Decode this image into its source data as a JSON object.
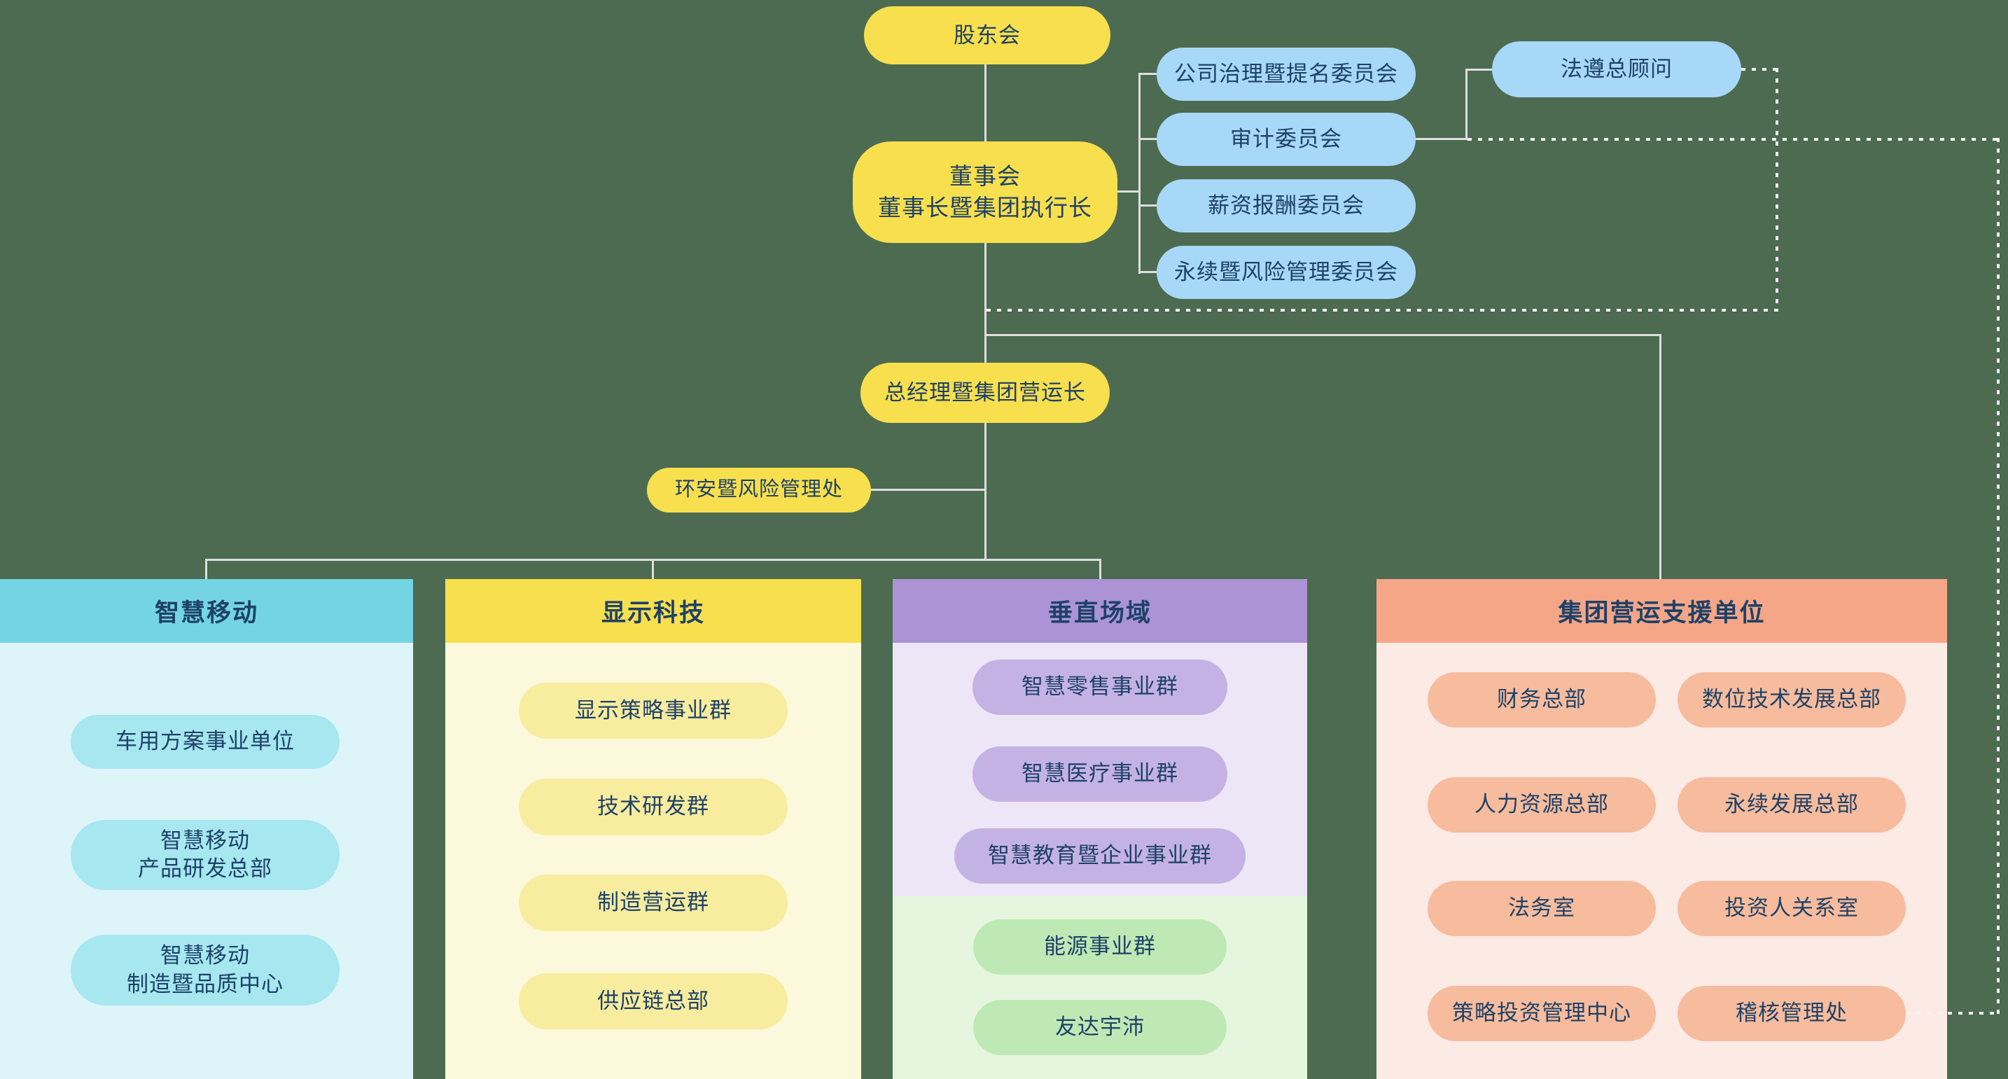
{
  "colors": {
    "bg": "#4C6B51",
    "line": "#dedede",
    "dot": "#f2f2f2",
    "text": "#1d4168",
    "yellow": "#F8DF4D",
    "blue": "#A8D8F8",
    "cyan-head": "#74D4E4",
    "cyan-body": "#DDF4F9",
    "cyan-pill": "#A6E7F0",
    "yellow-body": "#FBF8DC",
    "yellow-pill": "#F8EC9F",
    "purple-head": "#AB93D6",
    "purple-body": "#ECE6F7",
    "purple-pill": "#C5B2E4",
    "green-body": "#E6F6DE",
    "green-pill": "#BFE9B4",
    "salmon-head": "#F4A687",
    "salmon-body": "#FCEAE5",
    "salmon-pill": "#F7BC9D"
  },
  "nodes": {
    "shareholders": "股东会",
    "board": {
      "line1": "董事会",
      "line2": "董事长暨集团执行长"
    },
    "committees": [
      "公司治理暨提名委员会",
      "审计委员会",
      "薪资报酬委员会",
      "永续暨风险管理委员会"
    ],
    "compliance": "法遵总顾问",
    "coo": "总经理暨集团营运长",
    "ehs": "环安暨风险管理处"
  },
  "columns": [
    {
      "title": "智慧移动",
      "items": [
        {
          "lines": [
            "车用方案事业单位",
            ""
          ]
        },
        {
          "lines": [
            "智慧移动",
            "产品研发总部"
          ]
        },
        {
          "lines": [
            "智慧移动",
            "制造暨品质中心"
          ]
        }
      ]
    },
    {
      "title": "显示科技",
      "items": [
        "显示策略事业群",
        "技术研发群",
        "制造营运群",
        "供应链总部"
      ]
    },
    {
      "title": "垂直场域",
      "items": [
        "智慧零售事业群",
        "智慧医疗事业群",
        "智慧教育暨企业事业群"
      ],
      "green_items": [
        "能源事业群",
        "友达宇沛"
      ]
    },
    {
      "title": "集团营运支援单位",
      "left_items": [
        "财务总部",
        "人力资源总部",
        "法务室",
        "策略投资管理中心"
      ],
      "right_items": [
        "数位技术发展总部",
        "永续发展总部",
        "投资人关系室",
        "稽核管理处"
      ]
    }
  ]
}
